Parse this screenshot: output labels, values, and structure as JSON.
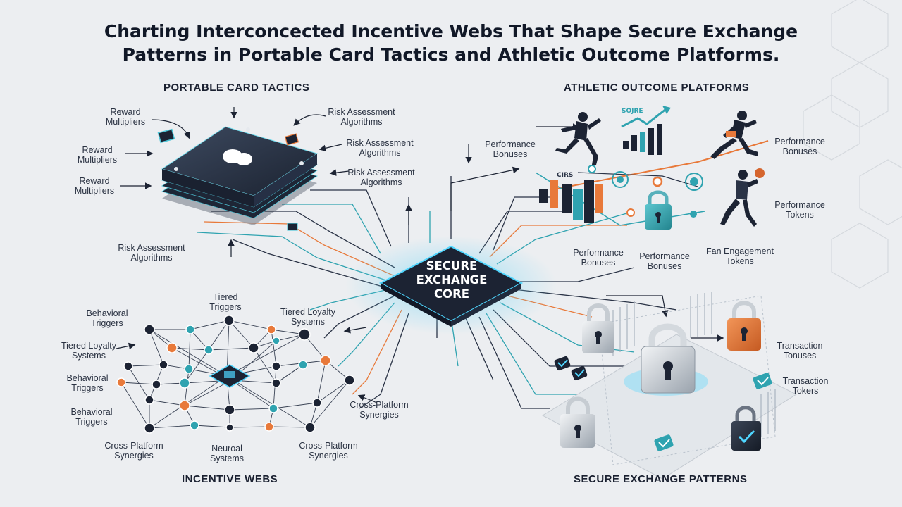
{
  "title": {
    "line1": "Charting Interconcected Incentive Webs That Shape Secure Exchange",
    "line2": "Patterns in Portable Card Tactics and Athletic Outcome Platforms."
  },
  "sections": {
    "top_left": "PORTABLE CARD TACTICS",
    "top_right": "ATHLETIC OUTCOME PLATFORMS",
    "bottom_left": "INCENTIVE WEBS",
    "bottom_right": "SECURE EXCHANGE PATTERNS"
  },
  "core": {
    "line1": "SECURE",
    "line2": "EXCHANGE",
    "line3": "CORE"
  },
  "card_labels": [
    "Reward\nMultipliers",
    "Reward\nMultipliers",
    "Reward\nMultipliers",
    "Risk Assessment\nAlgorithms",
    "Risk Assessment\nAlgorithms",
    "Risk Assessment\nAlgorithms",
    "Risk Assessment\nAlgorithms"
  ],
  "athletic_labels": [
    "Performance\nBonuses",
    "Performance\nBonuses",
    "Performance\nTokens",
    "Performance\nBonuses",
    "Performance\nBonuses",
    "Fan Engagement\nTokens"
  ],
  "incentive_labels": [
    "Tiered\nTriggers",
    "Tiered Loyalty\nSystems",
    "Behavioral\nTriggers",
    "Tiered Loyalty\nSystems",
    "Behavioral\nTriggers",
    "Behavioral\nTriggers",
    "Cross-Platform\nSynergies",
    "Cross-Platform\nSynergies",
    "Neuroal\nSystems",
    "Cross-Platform\nSynergies"
  ],
  "exchange_labels": [
    "Transaction\nTonuses",
    "Transaction\nTokers"
  ],
  "chart_text": {
    "score_text": "SOJRE",
    "cards_text": "CIRS"
  },
  "colors": {
    "accent_orange": "#e8793a",
    "accent_teal": "#2fa3b0",
    "dark_navy": "#1c2333",
    "core_glow": "#4fd6ff"
  }
}
